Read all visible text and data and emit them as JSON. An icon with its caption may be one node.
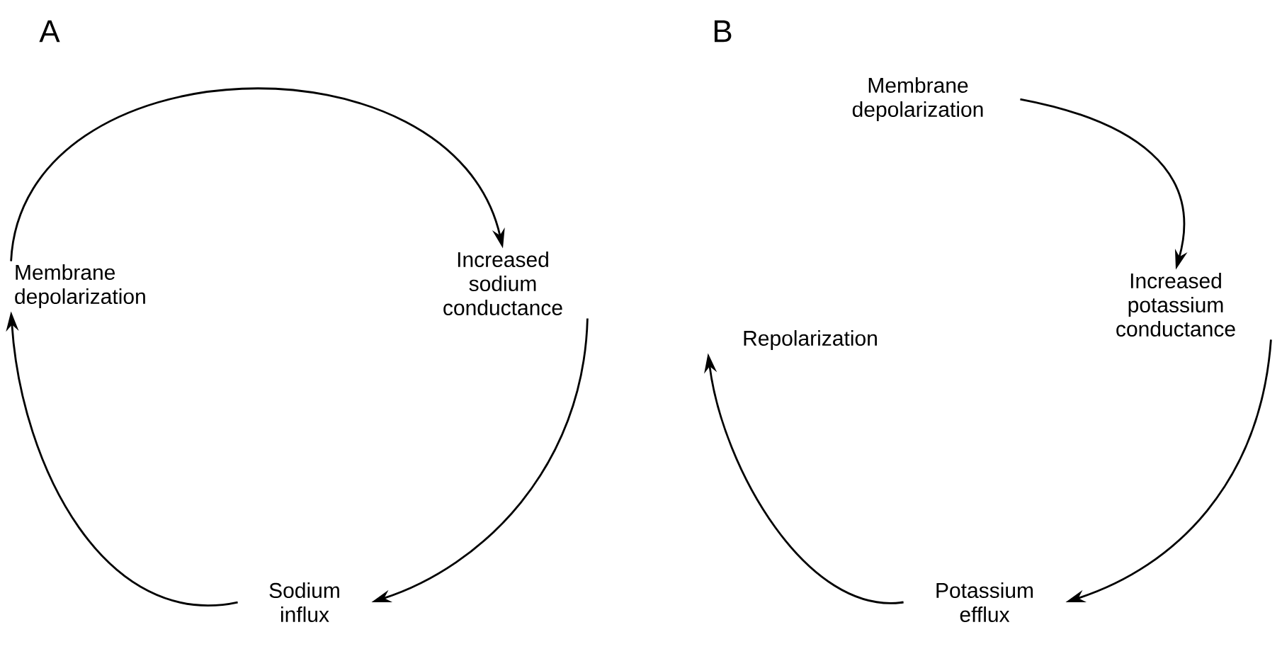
{
  "diagram": {
    "nodes": [
      {
        "text": [
          "Membrane depolarization"
        ]
      },
      {
        "text": [
          "Increased sodium conductance"
        ]
      },
      {
        "text": [
          "Sodium influx"
        ]
      },
      {
        "text": [
          "Membrane depolarization"
        ]
      },
      {
        "text": [
          "Increased potassium conductance"
        ]
      },
      {
        "text": [
          "Potassium efflux"
        ]
      },
      {
        "text": [
          "Repolarization"
        ]
      }
    ],
    "edges": [
      {
        "from": 0,
        "to": 1,
        "arrow": "to"
      },
      {
        "from": 1,
        "to": 2,
        "arrow": "to"
      },
      {
        "from": 2,
        "to": 0,
        "arrow": "to"
      },
      {
        "from": 3,
        "to": 4,
        "arrow": "to"
      },
      {
        "from": 4,
        "to": 5,
        "arrow": "to"
      },
      {
        "from": 5,
        "to": 6,
        "arrow": "to"
      }
    ],
    "labels": [
      "A",
      "B"
    ]
  }
}
